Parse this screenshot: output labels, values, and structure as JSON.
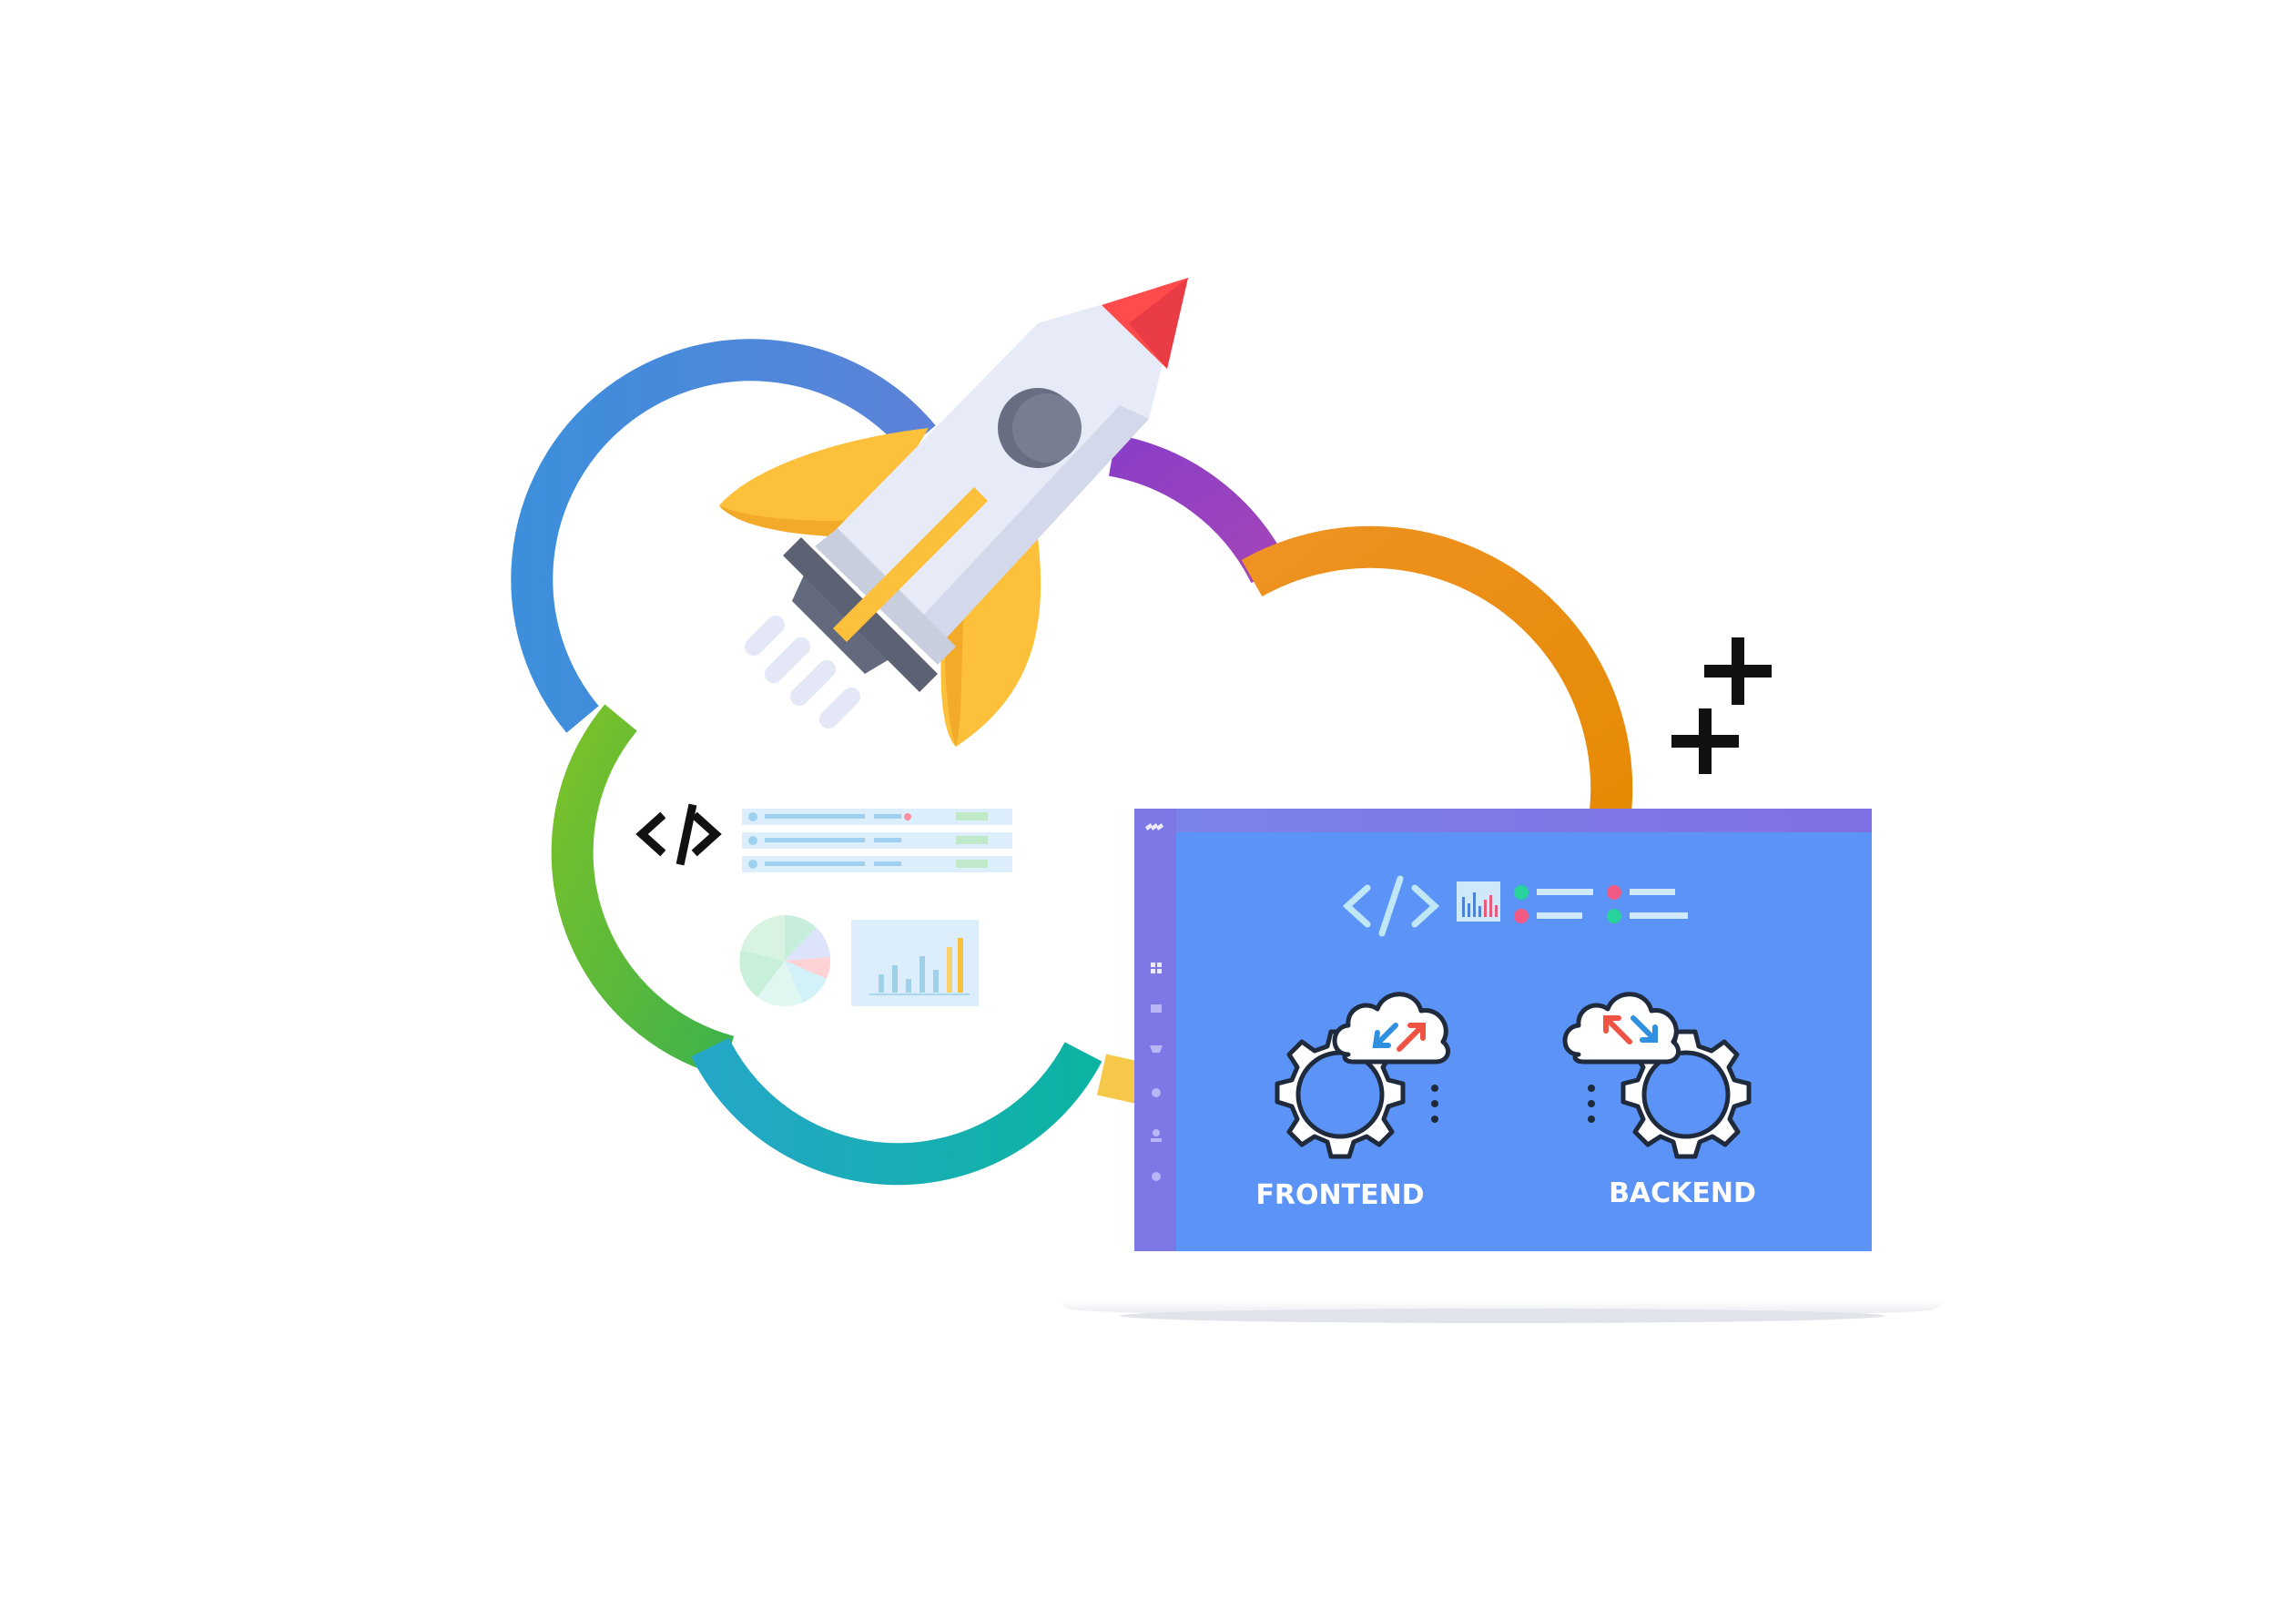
{
  "illustration": {
    "frontend_label": "FRONTEND",
    "backend_label": "BACKEND",
    "icons": [
      "code-icon",
      "rocket-icon",
      "cloud-outline",
      "pie-chart-icon",
      "bar-chart-icon",
      "gear-icon",
      "cloud-sync-icon",
      "plus-icon",
      "laptop"
    ]
  },
  "colors": {
    "cloud_blue": "#3f8edc",
    "cloud_purple": "#8e3fc2",
    "cloud_orange": "#ec8c0e",
    "cloud_green": "#5bb82e",
    "cloud_teal": "#16aeb2",
    "screen_blue": "#5b93f7",
    "sidebar_purple": "#7e78e6",
    "rocket_red": "#ff4b4b",
    "rocket_yellow": "#fcc03a"
  }
}
